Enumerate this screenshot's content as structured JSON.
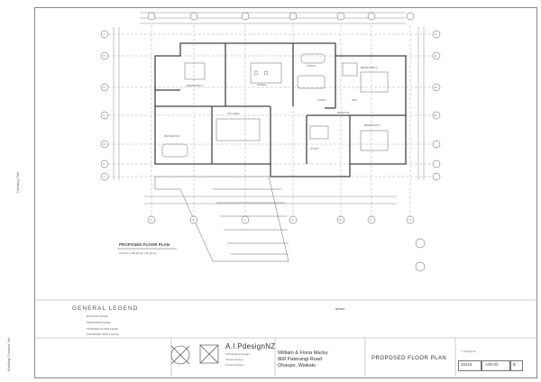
{
  "drawing": {
    "plan_label": "PROPOSED FLOOR PLAN",
    "scale_note": "SCALE 1:100 @ A3  1:50 @ A1",
    "rooms": [
      {
        "id": "bedroom2",
        "label": "BEDROOM 2"
      },
      {
        "id": "dining",
        "label": "DINING"
      },
      {
        "id": "living",
        "label": "LIVING"
      },
      {
        "id": "bedroom3",
        "label": "BEDROOM 3"
      },
      {
        "id": "kitchen",
        "label": "KITCHEN"
      },
      {
        "id": "bathroom",
        "label": "BATHROOM"
      },
      {
        "id": "ensuite",
        "label": "ENSUITE"
      },
      {
        "id": "bedroom1",
        "label": "BEDROOM 1"
      },
      {
        "id": "study",
        "label": "STUDY"
      },
      {
        "id": "laundry",
        "label": "LNDRY"
      },
      {
        "id": "wir",
        "label": "WIR"
      }
    ],
    "grid_letters": [
      "A",
      "B",
      "C",
      "D",
      "E",
      "F",
      "G"
    ],
    "grid_numbers": [
      "1",
      "2",
      "3",
      "4",
      "5",
      "6",
      "7",
      "8",
      "9",
      "10",
      "11"
    ]
  },
  "legend": {
    "title": "GENERAL LEGEND",
    "items": [
      "EXISTING LEVEL",
      "PROPOSED LEVEL",
      "FINISHED FLOOR LEVEL",
      "STANDARD INPUT LEVEL"
    ]
  },
  "notes_title": "NOTES",
  "side_labels": {
    "left_top": "Drawing Title",
    "left_bottom": "Building Consent Set"
  },
  "titleblock": {
    "designer": "A.I.PdesignNZ",
    "designer_sub": [
      "Architectural Design",
      "Interior Design",
      "Product Design"
    ],
    "client_name": "William & Fiona Macky",
    "address1": "868 Paterangi Road",
    "address2": "Ohaupo, Waikato",
    "sheet_title": "PROPOSED FLOOR PLAN",
    "job_no": "20118",
    "sheet_no": "A30-02",
    "revision": "B",
    "scale": "1:100 @ A3"
  }
}
